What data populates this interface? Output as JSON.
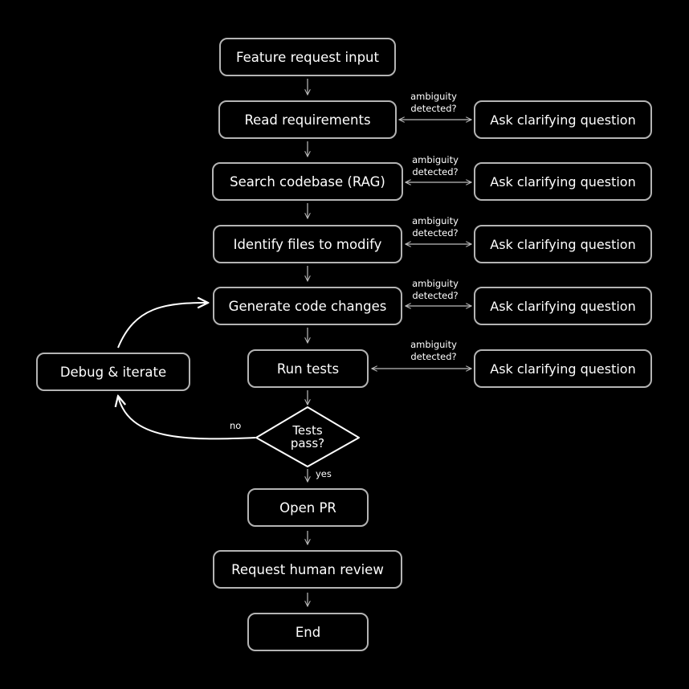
{
  "colors": {
    "background": "#000000",
    "node_border": "#b4b4b4",
    "text": "#ffffff",
    "edge": "#bdbdbd",
    "loop_edge": "#ffffff"
  },
  "nodes": {
    "feature_request": "Feature request input",
    "read_requirements": "Read requirements",
    "search_codebase": "Search codebase (RAG)",
    "identify_files": "Identify files to modify",
    "generate_code": "Generate code changes",
    "run_tests": "Run tests",
    "tests_pass_line1": "Tests",
    "tests_pass_line2": "pass?",
    "open_pr": "Open PR",
    "request_review": "Request human review",
    "end": "End",
    "debug_iterate": "Debug & iterate",
    "clarify_1": "Ask clarifying question",
    "clarify_2": "Ask clarifying question",
    "clarify_3": "Ask clarifying question",
    "clarify_4": "Ask clarifying question",
    "clarify_5": "Ask clarifying question"
  },
  "edge_labels": {
    "ambiguity_line1": "ambiguity",
    "ambiguity_line2": "detected?",
    "yes": "yes",
    "no": "no"
  }
}
